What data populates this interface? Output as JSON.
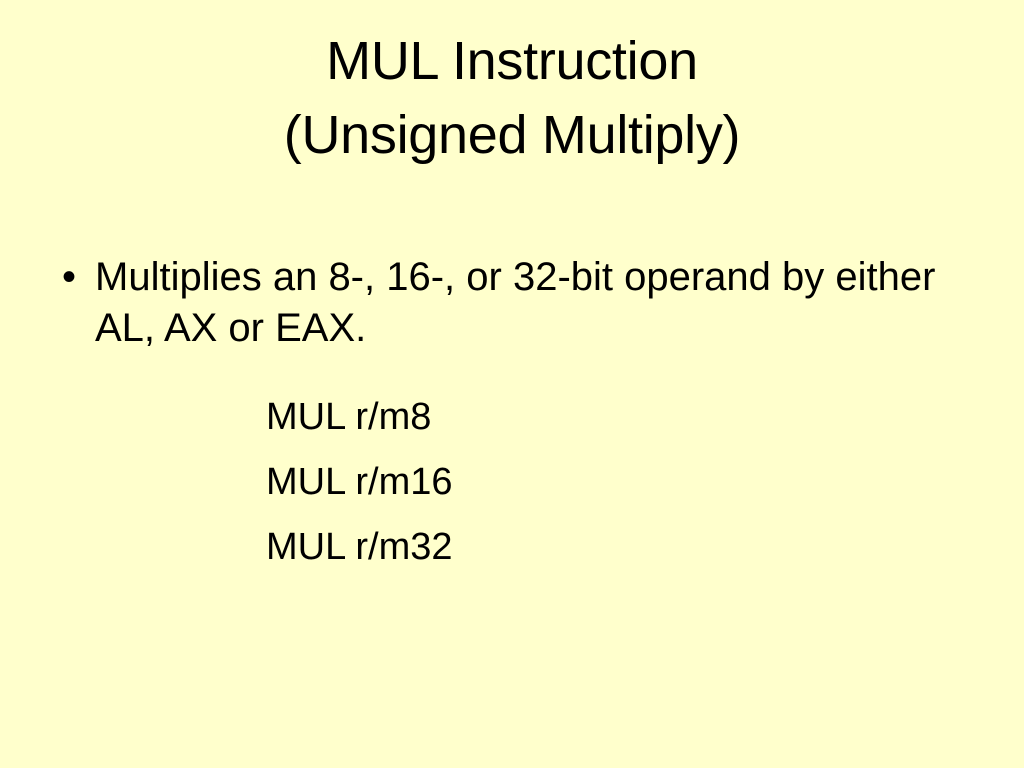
{
  "slide": {
    "background_color": "#ffffcc",
    "text_color": "#000000",
    "title": {
      "line1": "MUL Instruction",
      "line2": "(Unsigned Multiply)"
    },
    "bullets": [
      {
        "marker": "•",
        "text": "Multiplies an 8-, 16-, or 32-bit operand by either AL, AX or EAX."
      }
    ],
    "code_lines": [
      "MUL r/m8",
      "MUL r/m16",
      "MUL r/m32"
    ]
  }
}
